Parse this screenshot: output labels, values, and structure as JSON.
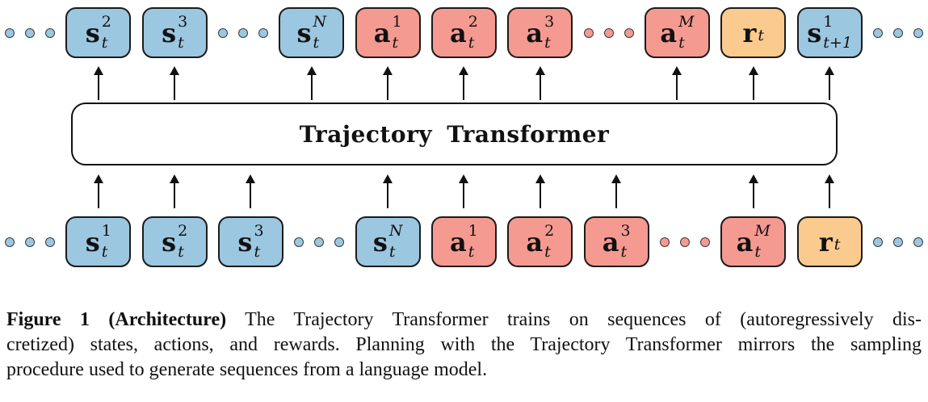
{
  "figure": {
    "transformer_label": "Trajectory Transformer",
    "colors": {
      "state": "#9cc7e1",
      "action": "#f59a91",
      "reward": "#fbca8e"
    },
    "dots_per_group": 3,
    "top_row": [
      {
        "kind": "dots",
        "color": "state"
      },
      {
        "kind": "token",
        "type": "state",
        "base": "s",
        "sup": "2",
        "sub": "t"
      },
      {
        "kind": "token",
        "type": "state",
        "base": "s",
        "sup": "3",
        "sub": "t"
      },
      {
        "kind": "dots",
        "color": "state"
      },
      {
        "kind": "token",
        "type": "state",
        "base": "s",
        "sup": "N",
        "sub": "t"
      },
      {
        "kind": "token",
        "type": "action",
        "base": "a",
        "sup": "1",
        "sub": "t"
      },
      {
        "kind": "token",
        "type": "action",
        "base": "a",
        "sup": "2",
        "sub": "t"
      },
      {
        "kind": "token",
        "type": "action",
        "base": "a",
        "sup": "3",
        "sub": "t"
      },
      {
        "kind": "dots",
        "color": "action"
      },
      {
        "kind": "token",
        "type": "action",
        "base": "a",
        "sup": "M",
        "sub": "t"
      },
      {
        "kind": "token",
        "type": "reward",
        "base": "r",
        "sup": "",
        "sub": "t"
      },
      {
        "kind": "token",
        "type": "state",
        "base": "s",
        "sup": "1",
        "sub": "t+1"
      },
      {
        "kind": "dots",
        "color": "state"
      }
    ],
    "bottom_row": [
      {
        "kind": "dots",
        "color": "state"
      },
      {
        "kind": "token",
        "type": "state",
        "base": "s",
        "sup": "1",
        "sub": "t"
      },
      {
        "kind": "token",
        "type": "state",
        "base": "s",
        "sup": "2",
        "sub": "t"
      },
      {
        "kind": "token",
        "type": "state",
        "base": "s",
        "sup": "3",
        "sub": "t"
      },
      {
        "kind": "dots",
        "color": "state"
      },
      {
        "kind": "token",
        "type": "state",
        "base": "s",
        "sup": "N",
        "sub": "t"
      },
      {
        "kind": "token",
        "type": "action",
        "base": "a",
        "sup": "1",
        "sub": "t"
      },
      {
        "kind": "token",
        "type": "action",
        "base": "a",
        "sup": "2",
        "sub": "t"
      },
      {
        "kind": "token",
        "type": "action",
        "base": "a",
        "sup": "3",
        "sub": "t"
      },
      {
        "kind": "dots",
        "color": "action"
      },
      {
        "kind": "token",
        "type": "action",
        "base": "a",
        "sup": "M",
        "sub": "t"
      },
      {
        "kind": "token",
        "type": "reward",
        "base": "r",
        "sup": "",
        "sub": "t"
      },
      {
        "kind": "dots",
        "color": "state"
      }
    ]
  },
  "caption": {
    "label": "Figure 1 (Architecture)",
    "lines": [
      " The Trajectory Transformer trains on sequences of (autoregressively dis-",
      "cretized) states, actions, and rewards. Planning with the Trajectory Transformer mirrors the sampling",
      "procedure used to generate sequences from a language model."
    ]
  }
}
